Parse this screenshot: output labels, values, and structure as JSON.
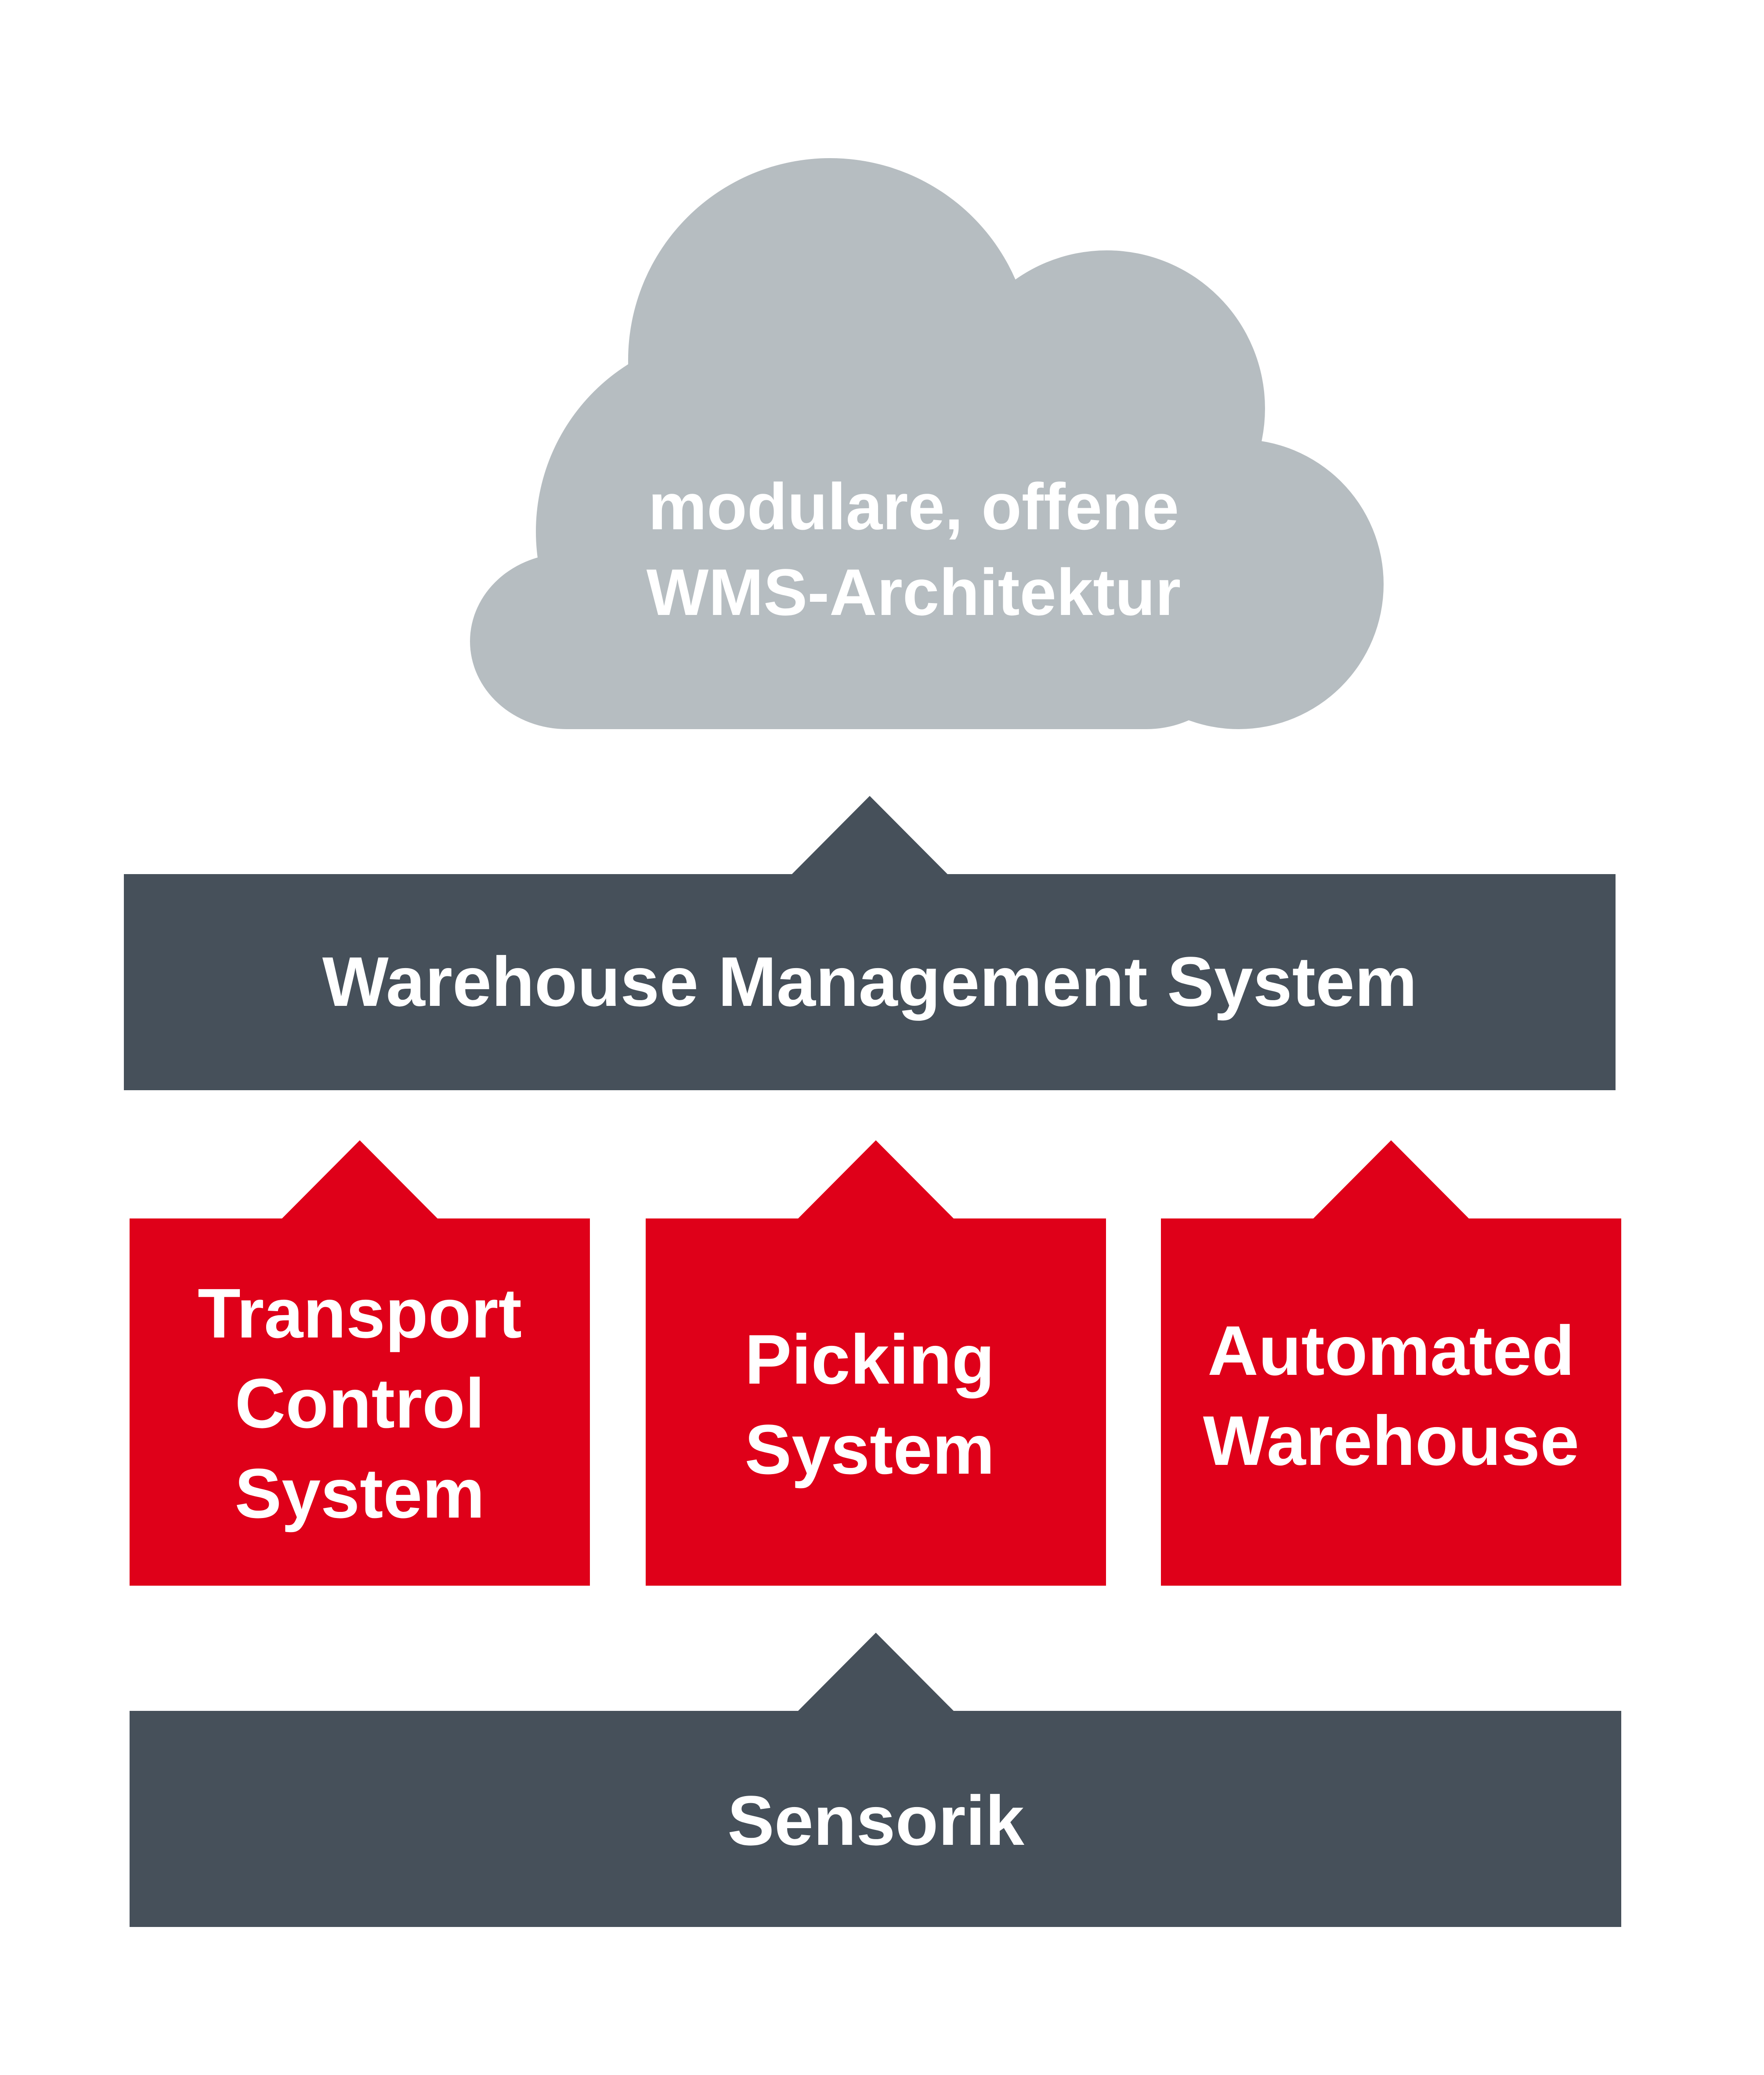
{
  "colors": {
    "background": "#ffffff",
    "cloud": "#b6bdc1",
    "dark_block": "#46505a",
    "red_block": "#df0019",
    "text": "#ffffff"
  },
  "cloud": {
    "line1": "modulare, offene",
    "line2": "WMS-Architektur"
  },
  "wms": {
    "label": "Warehouse Management System"
  },
  "modules": [
    {
      "lines": [
        "Transport",
        "Control",
        "System"
      ]
    },
    {
      "lines": [
        "Picking",
        "System"
      ]
    },
    {
      "lines": [
        "Automated",
        "Warehouse"
      ]
    }
  ],
  "sensorik": {
    "label": "Sensorik"
  }
}
